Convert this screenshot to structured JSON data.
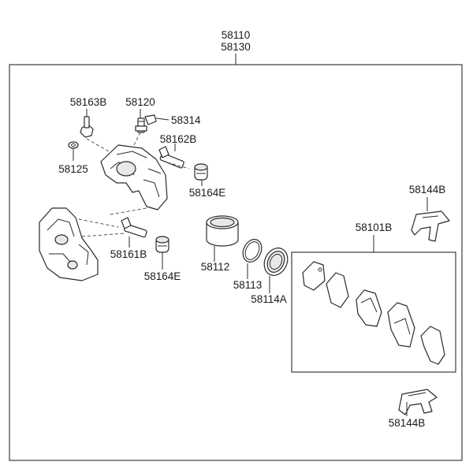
{
  "assembly": {
    "code_top": "58110",
    "code_bottom": "58130"
  },
  "labels": {
    "p58163B": "58163B",
    "p58120": "58120",
    "p58314": "58314",
    "p58125": "58125",
    "p58162B": "58162B",
    "p58164E_top": "58164E",
    "p58161B": "58161B",
    "p58164E_bottom": "58164E",
    "p58112": "58112",
    "p58113": "58113",
    "p58114A": "58114A",
    "p58101B": "58101B",
    "p58144B_top": "58144B",
    "p58144B_bottom": "58144B"
  }
}
